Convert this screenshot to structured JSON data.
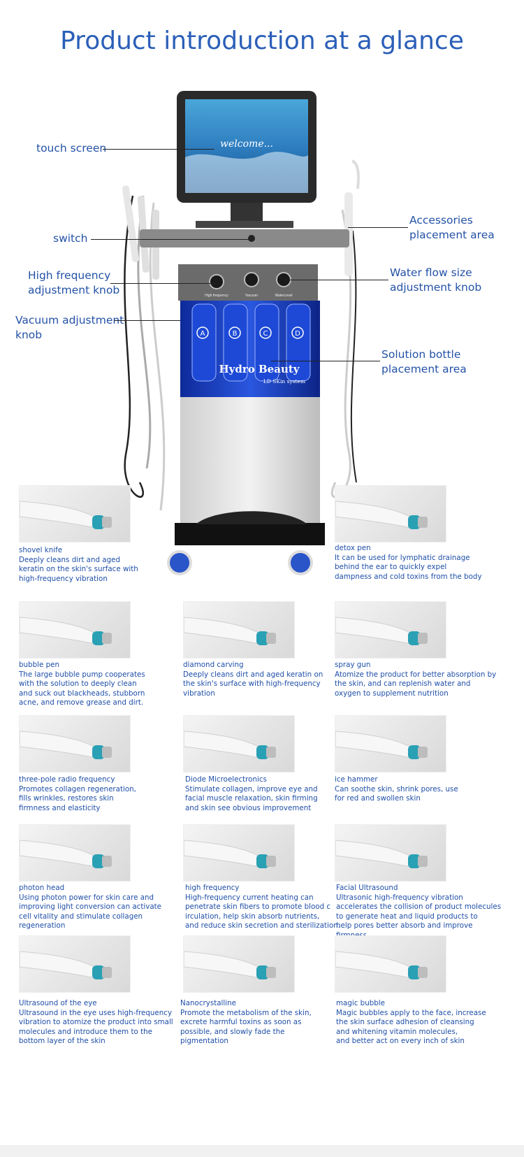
{
  "page": {
    "title": "Product introduction at a glance"
  },
  "machine": {
    "screen_text": "welcome...",
    "brand": "Hydro Beauty",
    "subbrand": "LD SKin system",
    "bottle_labels": [
      "A",
      "B",
      "C",
      "D"
    ],
    "knob_labels": [
      "High frequency",
      "Vacuum",
      "WaterLevel"
    ]
  },
  "callouts": {
    "touch_screen": "touch screen",
    "switch": "switch",
    "high_frequency_knob": "High frequency\nadjustment knob",
    "vacuum_knob": "Vacuum adjustment\nknob",
    "accessories_area": "Accessories\nplacement area",
    "water_flow_knob": "Water flow size\nadjustment knob",
    "solution_bottle_area": "Solution bottle\nplacement area"
  },
  "accessories": [
    {
      "name": "shovel knife",
      "desc": "Deeply cleans dirt and aged\nkeratin on the skin's surface with\nhigh-frequency vibration"
    },
    {
      "name": "detox pen",
      "desc": "It can be used for lymphatic drainage\nbehind the ear to quickly expel\ndampness and cold toxins from the body"
    },
    {
      "name": "bubble pen",
      "desc": "The large bubble pump cooperates\nwith the solution to deeply clean\nand suck out blackheads, stubborn\nacne, and remove grease and dirt."
    },
    {
      "name": "diamond carving",
      "desc": "Deeply cleans dirt and aged keratin on\nthe skin's surface with high-frequency\nvibration"
    },
    {
      "name": "spray gun",
      "desc": "Atomize the product for better absorption by\nthe skin, and can replenish water and\noxygen to supplement nutrition"
    },
    {
      "name": "three-pole radio frequency",
      "desc": "Promotes collagen regeneration,\nfills wrinkles, restores skin\nfirmness and elasticity"
    },
    {
      "name": "Diode Microelectronics",
      "desc": "Stimulate collagen, improve eye and\nfacial muscle relaxation, skin firming\nand skin see obvious improvement"
    },
    {
      "name": "ice hammer",
      "desc": "Can soothe skin, shrink pores, use\nfor red and swollen skin"
    },
    {
      "name": "photon head",
      "desc": "Using photon power for skin care and\nimproving light conversion can activate\ncell vitality and stimulate collagen\nregeneration"
    },
    {
      "name": "high frequency",
      "desc": "High-frequency current heating can\npenetrate skin fibers to promote blood c\nirculation, help skin absorb nutrients,\nand reduce skin secretion and sterilization."
    },
    {
      "name": "Facial Ultrasound",
      "desc": "Ultrasonic high-frequency vibration\naccelerates the collision of product molecules\nto generate heat and liquid products to\nhelp pores better absorb and improve firmness"
    },
    {
      "name": "Ultrasound of the eye",
      "desc": "Ultrasound in the eye uses high-frequency\nvibration to atomize the product into small\nmolecules and introduce them to the\nbottom layer of the skin"
    },
    {
      "name": "Nanocrystalline",
      "desc": "Promote the metabolism of the skin,\n excrete harmful toxins as soon as\npossible, and slowly fade the\npigmentation"
    },
    {
      "name": "magic bubble",
      "desc": "Magic bubbles apply to the face, increase\nthe skin surface adhesion of cleansing\nand whitening vitamin molecules,\nand better act on every inch of skin"
    }
  ]
}
